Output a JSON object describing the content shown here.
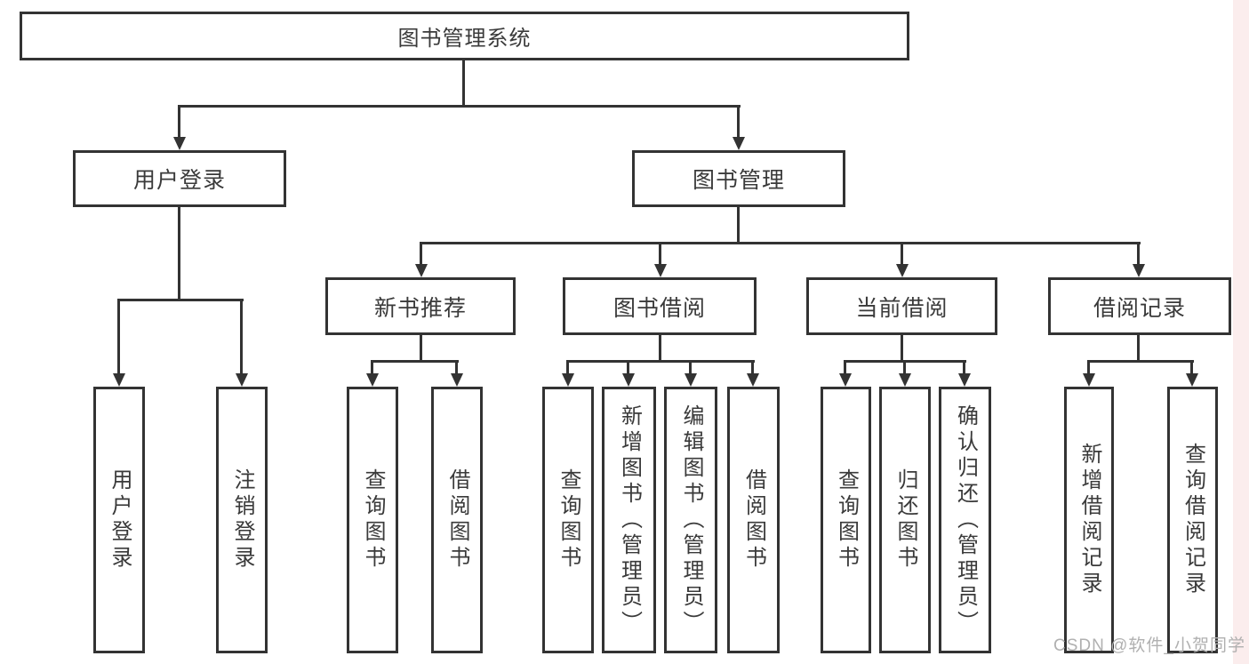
{
  "nodes": {
    "root": {
      "label": "图书管理系统"
    },
    "level2": [
      {
        "label": "用户登录"
      },
      {
        "label": "图书管理"
      }
    ],
    "level3": [
      {
        "label": "新书推荐"
      },
      {
        "label": "图书借阅"
      },
      {
        "label": "当前借阅"
      },
      {
        "label": "借阅记录"
      }
    ],
    "leaves": [
      {
        "label": "用户登录"
      },
      {
        "label": "注销登录"
      },
      {
        "label": "查询图书"
      },
      {
        "label": "借阅图书"
      },
      {
        "label": "查询图书"
      },
      {
        "label": "新增图书（管理员）"
      },
      {
        "label": "编辑图书（管理员）"
      },
      {
        "label": "借阅图书"
      },
      {
        "label": "查询图书"
      },
      {
        "label": "归还图书"
      },
      {
        "label": "确认归还（管理员）"
      },
      {
        "label": "新增借阅记录"
      },
      {
        "label": "查询借阅记录"
      }
    ]
  },
  "watermark": {
    "text": "CSDN @软件_小贺同学"
  },
  "colors": {
    "line": "#333333",
    "text": "#3a3a3a",
    "background": "#ffffff",
    "watermark_text": "#b0b0b0",
    "right_edge_tint": "#fbeded"
  }
}
